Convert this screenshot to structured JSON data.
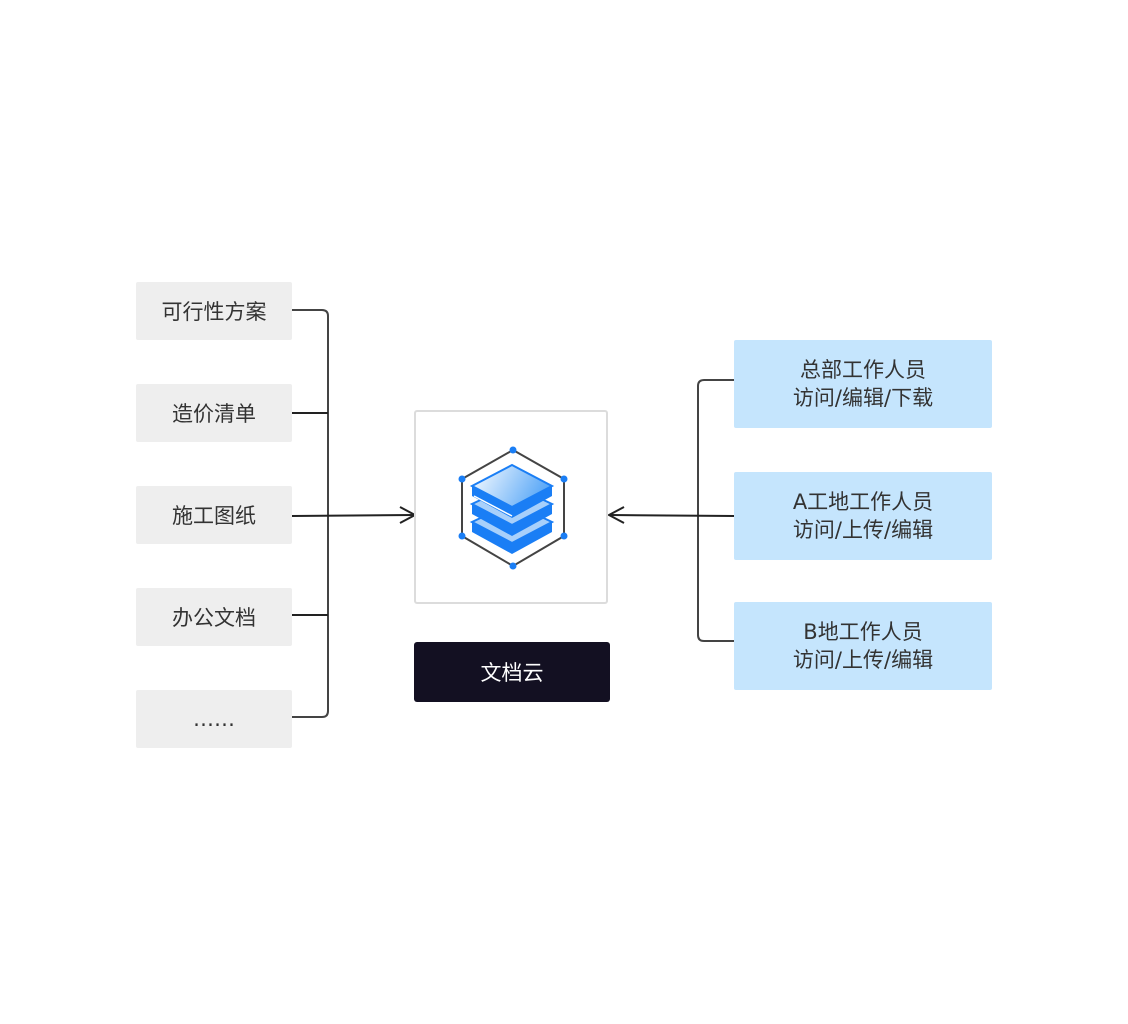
{
  "sources": [
    {
      "label": "可行性方案"
    },
    {
      "label": "造价清单"
    },
    {
      "label": "施工图纸"
    },
    {
      "label": "办公文档"
    },
    {
      "label": "……"
    }
  ],
  "hub": {
    "icon": "database-stack-icon",
    "label": "文档云"
  },
  "users": [
    {
      "name": "总部工作人员",
      "permissions": "访问/编辑/下载"
    },
    {
      "name": "A工地工作人员",
      "permissions": "访问/上传/编辑"
    },
    {
      "name": "B地工作人员",
      "permissions": "访问/上传/编辑"
    }
  ],
  "colors": {
    "source_bg": "#eeeeee",
    "user_bg": "#c5e5fd",
    "hub_label_bg": "#131022",
    "accent_blue": "#1a7ef5",
    "connector": "#444444"
  }
}
